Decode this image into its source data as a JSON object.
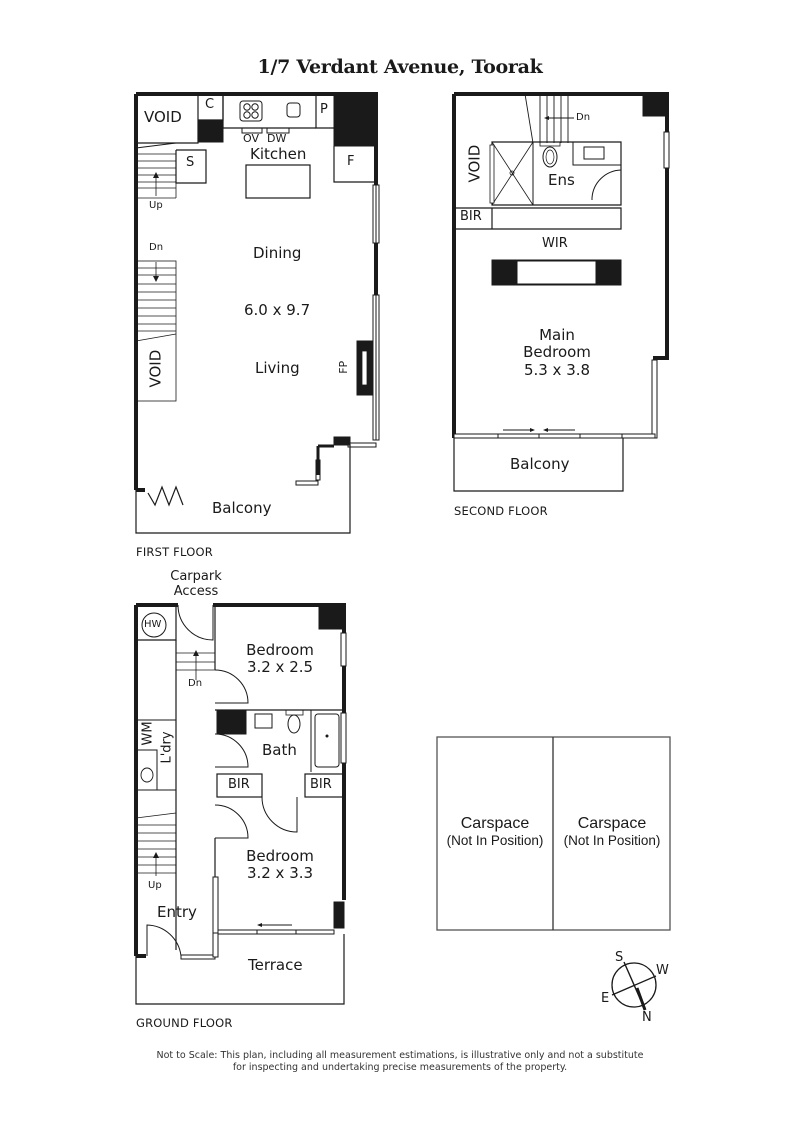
{
  "title": "1/7 Verdant Avenue, Toorak",
  "first_floor": {
    "label": "FIRST FLOOR",
    "rooms": {
      "void_top": "VOID",
      "cupboard": "C",
      "pantry": "P",
      "store": "S",
      "fridge": "F",
      "oven": "OV",
      "dishwasher": "DW",
      "kitchen": "Kitchen",
      "dining": "Dining",
      "dimensions": "6.0 x 9.7",
      "living": "Living",
      "fireplace": "FP",
      "void_side": "VOID",
      "balcony": "Balcony",
      "stair_up": "Up",
      "stair_down": "Dn"
    }
  },
  "second_floor": {
    "label": "SECOND FLOOR",
    "rooms": {
      "stair_down": "Dn",
      "void": "VOID",
      "ensuite": "Ens",
      "bir": "BIR",
      "wir": "WIR",
      "main_bedroom": "Main",
      "main_bedroom_2": "Bedroom",
      "main_bedroom_dims": "5.3 x 3.8",
      "balcony": "Balcony"
    }
  },
  "ground_floor": {
    "label": "GROUND FLOOR",
    "rooms": {
      "carpark_access_1": "Carpark",
      "carpark_access_2": "Access",
      "hot_water": "HW",
      "stair_down": "Dn",
      "bedroom1": "Bedroom",
      "bedroom1_dims": "3.2 x 2.5",
      "washing_machine": "WM",
      "laundry": "L'dry",
      "bath": "Bath",
      "bir_left": "BIR",
      "bir_right": "BIR",
      "bedroom2": "Bedroom",
      "bedroom2_dims": "3.2 x 3.3",
      "stair_up": "Up",
      "entry": "Entry",
      "terrace": "Terrace"
    }
  },
  "carspaces": [
    {
      "label": "Carspace",
      "note": "(Not In Position)"
    },
    {
      "label": "Carspace",
      "note": "(Not In Position)"
    }
  ],
  "compass": {
    "s": "S",
    "w": "W",
    "e": "E",
    "n": "N"
  },
  "disclaimer": {
    "line1": "Not to Scale: This plan, including all measurement estimations, is illustrative only and not a substitute",
    "line2": "for inspecting and undertaking precise measurements of the property."
  },
  "colors": {
    "wall": "#1a1a1a",
    "line": "#333333",
    "background": "#ffffff"
  }
}
